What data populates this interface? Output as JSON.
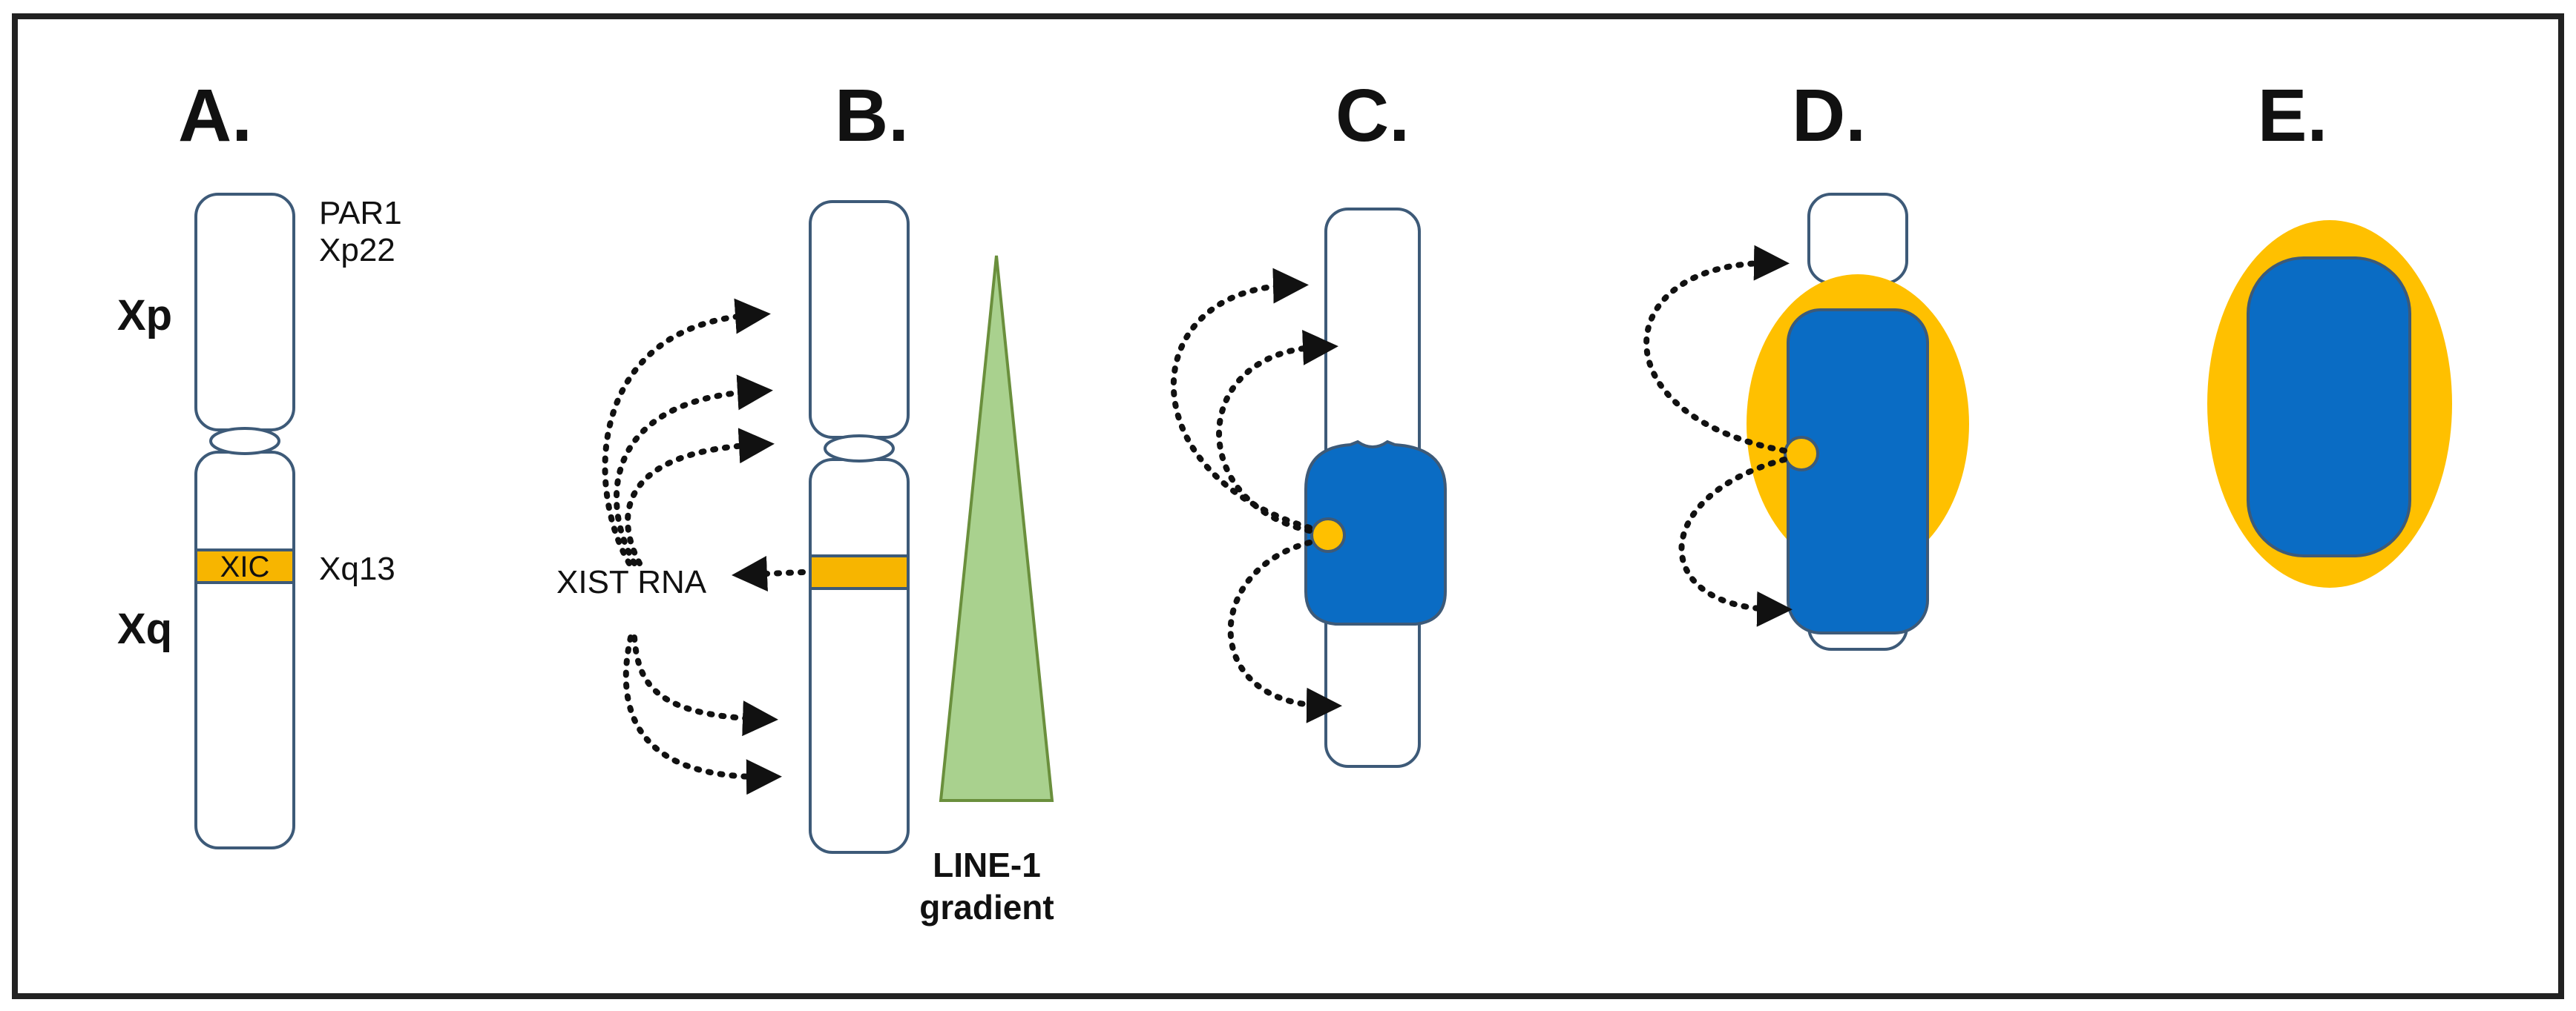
{
  "colors": {
    "chromosome_outline": "#3d5a78",
    "xic_band": "#f7b500",
    "xist_blue": "#0a6cc4",
    "halo_gold": "#ffc000",
    "gradient_fill": "#a9d18e",
    "gradient_stroke": "#6a8f3c",
    "frame": "#222222",
    "arrows": "#111111"
  },
  "panels": {
    "a": {
      "letter": "A.",
      "arm_p": "Xp",
      "arm_q": "Xq",
      "par_line1": "PAR1",
      "par_line2": "Xp22",
      "xic": "XIC",
      "band_q13": "Xq13"
    },
    "b": {
      "letter": "B.",
      "xist_rna": "XIST RNA",
      "gradient_line1": "LINE-1",
      "gradient_line2": "gradient"
    },
    "c": {
      "letter": "C."
    },
    "d": {
      "letter": "D."
    },
    "e": {
      "letter": "E."
    }
  }
}
